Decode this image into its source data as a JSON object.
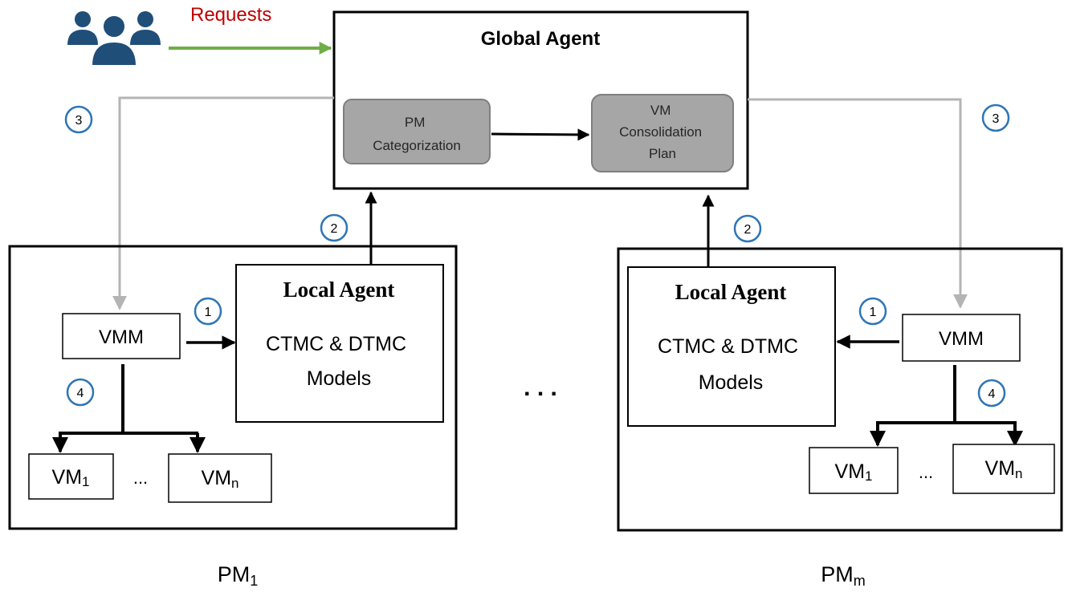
{
  "requests_label": "Requests",
  "global_agent": {
    "title": "Global Agent",
    "pm_categorization": [
      "PM",
      "Categorization"
    ],
    "vm_consolidation": [
      "VM",
      "Consolidation",
      "Plan"
    ]
  },
  "step_numbers": {
    "one": "1",
    "two": "2",
    "three": "3",
    "four": "4"
  },
  "ellipsis": ". . .",
  "pm_left": {
    "local_agent_title": "Local Agent",
    "local_agent_lines": [
      "CTMC & DTMC",
      "Models"
    ],
    "vmm": "VMM",
    "vm_first": {
      "base": "VM",
      "sub": "1"
    },
    "vm_last": {
      "base": "VM",
      "sub": "n"
    },
    "vm_dots": "...",
    "label": {
      "base": "PM",
      "sub": "1"
    }
  },
  "pm_right": {
    "local_agent_title": "Local Agent",
    "local_agent_lines": [
      "CTMC & DTMC",
      "Models"
    ],
    "vmm": "VMM",
    "vm_first": {
      "base": "VM",
      "sub": "1"
    },
    "vm_last": {
      "base": "VM",
      "sub": "n"
    },
    "vm_dots": "...",
    "label": {
      "base": "PM",
      "sub": "m"
    }
  },
  "colors": {
    "requests_text": "#c00000",
    "requests_arrow": "#70ad47",
    "users_icon": "#1f4e79",
    "badge": "#2e75b6",
    "gray_connector": "#b4b4b4",
    "inner_box_fill": "#a6a6a6"
  }
}
